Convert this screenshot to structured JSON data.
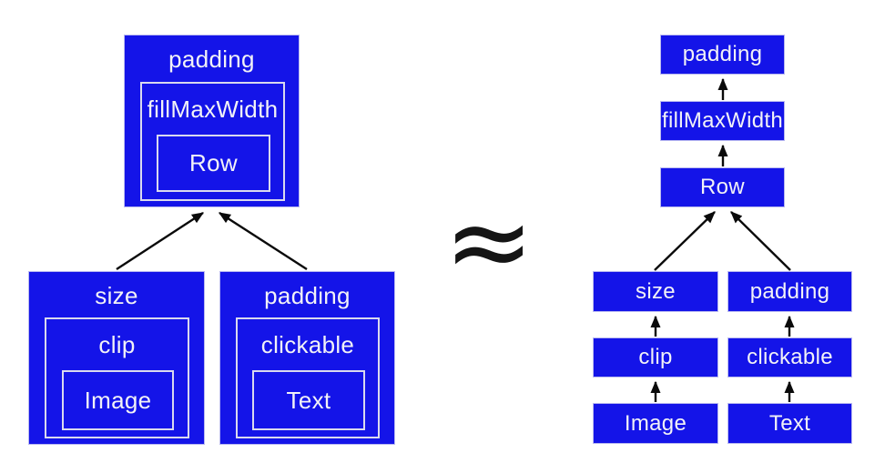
{
  "approx_symbol": "≈",
  "colors": {
    "box_fill": "#1414e8",
    "box_text": "#f2f2f7",
    "inner_border": "#d9d9ee",
    "outer_border": "#b9b9f0",
    "arrow": "#0a0a0a",
    "background": "#ffffff"
  },
  "left_diagram": {
    "parent_group": {
      "outer": "padding",
      "middle": "fillMaxWidth",
      "inner": "Row"
    },
    "child_group_1": {
      "outer": "size",
      "middle": "clip",
      "inner": "Image"
    },
    "child_group_2": {
      "outer": "padding",
      "middle": "clickable",
      "inner": "Text"
    }
  },
  "right_diagram": {
    "parent_chain": [
      "padding",
      "fillMaxWidth",
      "Row"
    ],
    "child_chain_1": [
      "size",
      "clip",
      "Image"
    ],
    "child_chain_2": [
      "padding",
      "clickable",
      "Text"
    ]
  }
}
